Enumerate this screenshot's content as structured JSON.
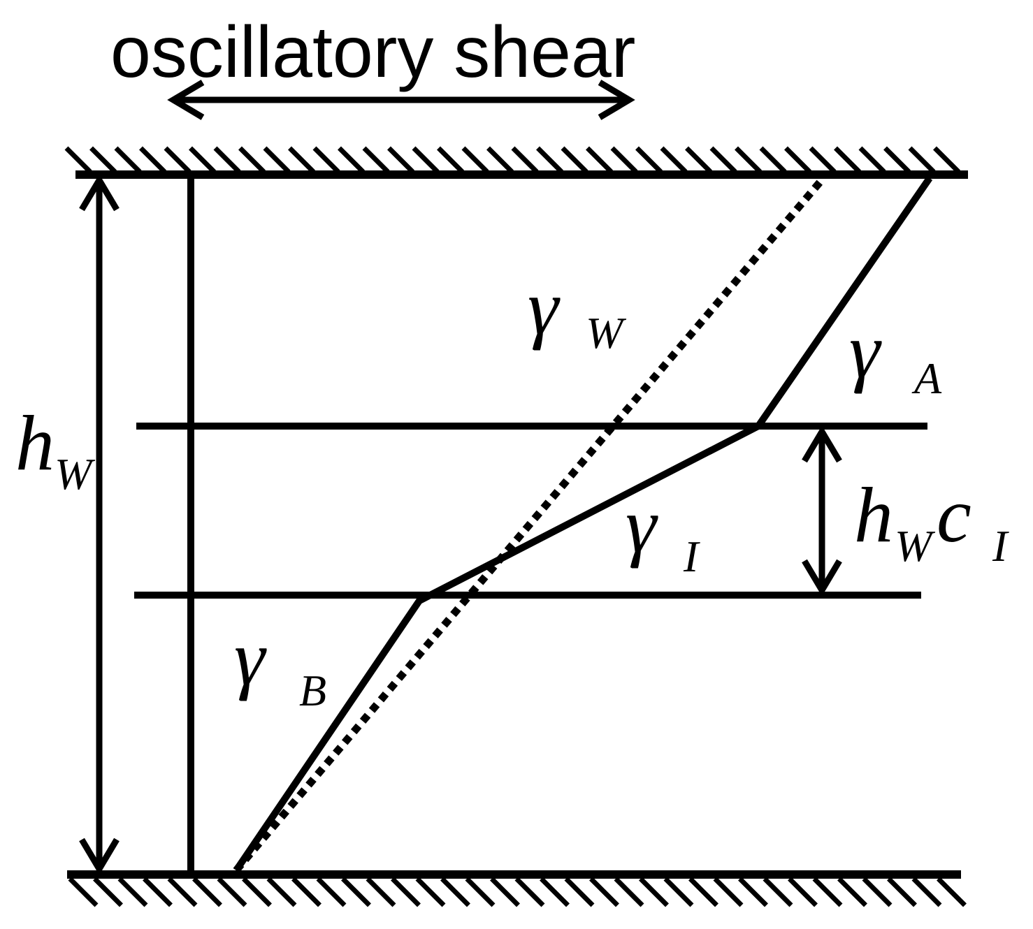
{
  "title": "oscillatory shear",
  "labels": {
    "gamma_W": {
      "symbol": "γ",
      "subscript": "W"
    },
    "gamma_A": {
      "symbol": "γ",
      "subscript": "A"
    },
    "gamma_I": {
      "symbol": "γ",
      "subscript": "I"
    },
    "gamma_B": {
      "symbol": "γ",
      "subscript": "B"
    },
    "h_W": {
      "symbol": "h",
      "subscript": "W"
    },
    "h_W_c_I": {
      "h": "h",
      "h_sub": "W",
      "c": "c",
      "c_sub": "I"
    }
  },
  "colors": {
    "stroke": "#000000",
    "background": "#ffffff"
  }
}
